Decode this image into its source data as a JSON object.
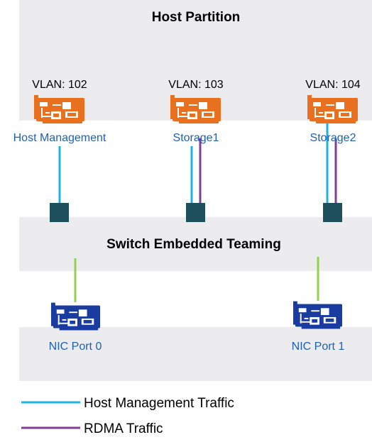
{
  "host_partition": {
    "title": "Host Partition",
    "vnics": [
      {
        "vlan": "VLAN: 102",
        "label": "Host Management",
        "traffic": [
          "host-management"
        ]
      },
      {
        "vlan": "VLAN: 103",
        "label": "Storage1",
        "traffic": [
          "host-management",
          "rdma"
        ]
      },
      {
        "vlan": "VLAN: 104",
        "label": "Storage2",
        "traffic": [
          "host-management",
          "rdma"
        ]
      }
    ]
  },
  "set": {
    "title": "Switch Embedded Teaming"
  },
  "physical_nics": [
    {
      "label": "NIC Port 0"
    },
    {
      "label": "NIC Port 1"
    }
  ],
  "legend": [
    {
      "key": "host-management",
      "label": "Host Management Traffic",
      "color": "#1fb2e3"
    },
    {
      "key": "rdma",
      "label": "RDMA Traffic",
      "color": "#7f3f98"
    }
  ],
  "colors": {
    "panel": "#ecebee",
    "vnic_card": "#e8701e",
    "physical_card": "#1a3b9f",
    "port_block": "#1d4f5c",
    "uplink_line": "#92d050"
  }
}
